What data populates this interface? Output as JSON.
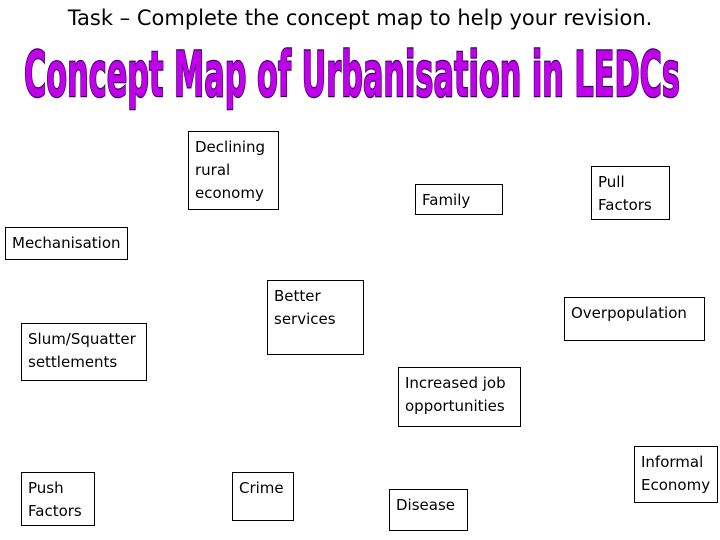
{
  "task_text": "Task – Complete the concept map to help your revision.",
  "title": "Concept Map of Urbanisation in LEDCs",
  "title_colors": {
    "fill": "#c000e8",
    "outline": "#3a0068"
  },
  "concepts": {
    "declining_rural_economy": "Declining\nrural\neconomy",
    "family": "Family",
    "pull_factors": "Pull\nFactors",
    "mechanisation": "Mechanisation",
    "better_services": "Better\nservices",
    "overpopulation": "Overpopulation",
    "slum_squatter_settlements": "Slum/Squatter\nsettlements",
    "increased_job_opportunities": "Increased job\nopportunities",
    "informal_economy": "Informal\nEconomy",
    "push_factors": "Push\nFactors",
    "crime": "Crime",
    "disease": "Disease"
  }
}
